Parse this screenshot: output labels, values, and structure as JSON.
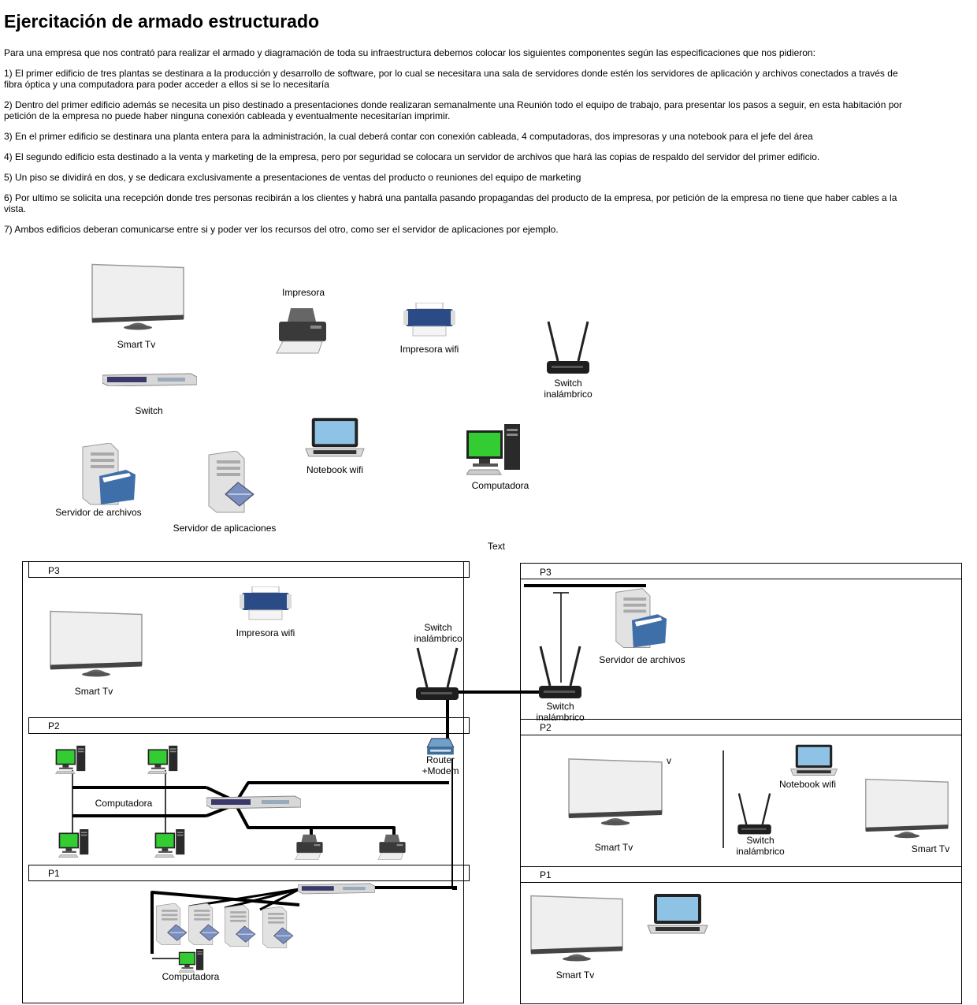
{
  "title": "Ejercitación de armado estructurado",
  "intro": "Para una empresa que  nos contrató para realizar el armado y diagramación de toda su infraestructura debemos colocar los siguientes componentes según las especificaciones que nos pidieron:",
  "requirements": [
    "1) El primer edificio de tres plantas se destinara a la producción y desarrollo de software, por lo cual se necesitara una sala de servidores donde estén los servidores de aplicación y archivos conectados a través de fibra óptica y una computadora para poder acceder a ellos si se lo necesitaría",
    "2) Dentro del primer edificio además se necesita un piso destinado a presentaciones donde realizaran semanalmente una Reunión todo el equipo de trabajo, para presentar los pasos a seguir, en esta habitación por petición de la empresa no puede haber ninguna conexión cableada y eventualmente necesitarían imprimir.",
    "3) En el primer edificio se destinara una planta entera para la administración, la cual deberá contar con conexión cableada, 4 computadoras, dos impresoras y una notebook para el jefe del área",
    "4) El segundo edificio esta destinado a la venta y marketing de la empresa, pero por seguridad se colocara un servidor de archivos que hará las copias de respaldo del servidor del primer edificio.",
    "5) Un piso se dividirá en dos, y se dedicara exclusivamente a presentaciones de ventas del producto o reuniones del equipo de marketing",
    "6) Por ultimo se solicita una recepción donde tres personas recibirán a los clientes y habrá una pantalla pasando propagandas del producto de la empresa, por petición de la empresa no tiene que haber cables a la vista.",
    "7) Ambos edificios deberan comunicarse entre si y poder ver los recursos del otro, como ser el servidor de aplicaciones por ejemplo."
  ],
  "legend": {
    "smart_tv": "Smart Tv",
    "impresora": "Impresora",
    "impresora_wifi": "Impresora wifi",
    "switch_inalambrico": "Switch inalámbrico",
    "switch": "Switch",
    "notebook_wifi": "Notebook wifi",
    "computadora": "Computadora",
    "servidor_archivos": "Servidor de archivos",
    "servidor_aplicaciones": "Servidor de aplicaciones"
  },
  "stray_text": "Text",
  "building1": {
    "floors": [
      "P3",
      "P2",
      "P1"
    ],
    "p3": {
      "smart_tv": "Smart Tv",
      "impresora_wifi": "Impresora wifi",
      "switch_inalambrico": "Switch inalámbrico"
    },
    "p2": {
      "router": "Router +Modem",
      "computadora": "Computadora"
    },
    "p1": {
      "computadora": "Computadora"
    }
  },
  "building2": {
    "floors": [
      "P3",
      "P2",
      "P1"
    ],
    "p3": {
      "servidor_archivos": "Servidor de archivos",
      "switch_inalambrico": "Switch inalámbrico"
    },
    "p2": {
      "smart_tv_left": "Smart Tv",
      "mark": "v",
      "notebook_wifi": "Notebook wifi",
      "switch_inalambrico": "Switch inalámbrico",
      "smart_tv_right": "Smart Tv"
    },
    "p1": {
      "smart_tv": "Smart Tv"
    }
  },
  "colors": {
    "screen_green": "#33cc33",
    "laptop_screen": "#8fc3e6",
    "printer_blue": "#2b4b86"
  }
}
